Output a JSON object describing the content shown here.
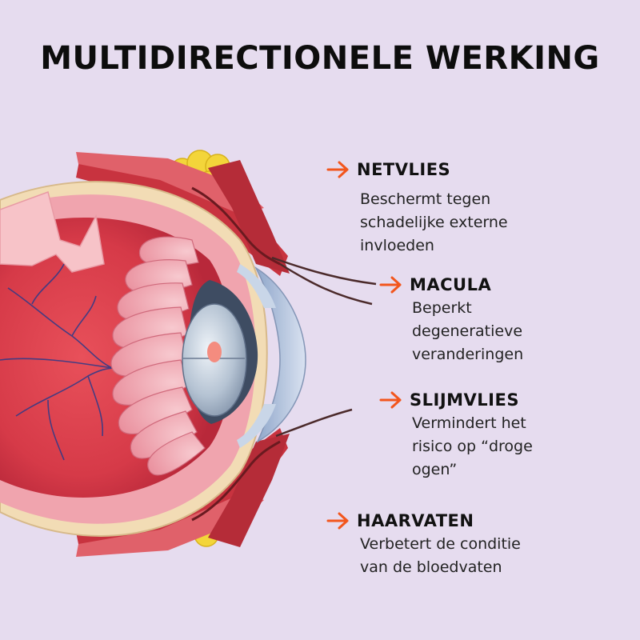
{
  "title": "MULTIDIRECTIONELE WERKING",
  "accent_color": "#f2561d",
  "features": [
    {
      "name": "NETVLIES",
      "lines": [
        "Beschermt tegen",
        "schadelijke externe",
        "invloeden"
      ]
    },
    {
      "name": "MACULA",
      "lines": [
        "Beperkt",
        "degeneratieve",
        "veranderingen"
      ]
    },
    {
      "name": "SLIJMVLIES",
      "lines": [
        "Vermindert het",
        "risico op “droge",
        "ogen”"
      ]
    },
    {
      "name": "HAARVATEN",
      "lines": [
        "Verbetert de conditie",
        "van de bloedvaten"
      ]
    }
  ],
  "icons": {
    "bullet": "arrow-right-icon"
  }
}
